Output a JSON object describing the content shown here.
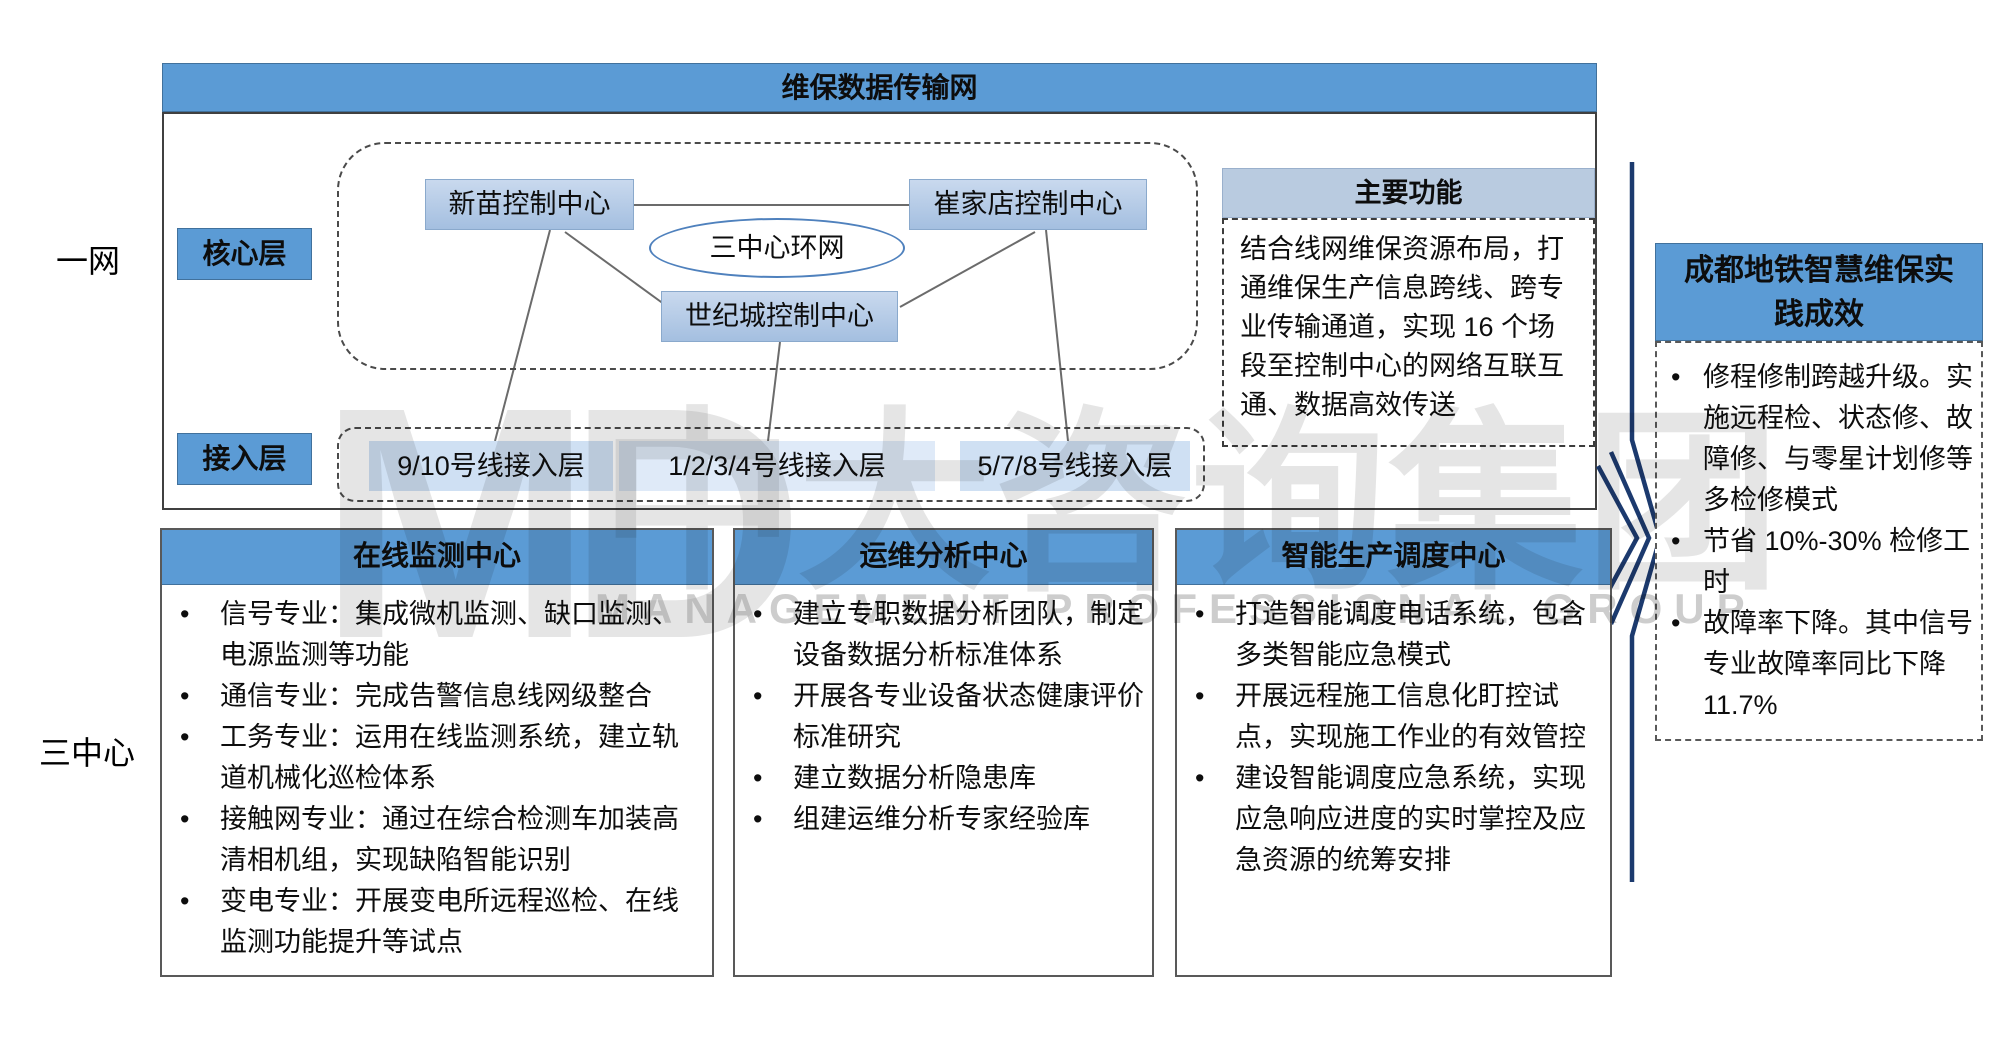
{
  "left_labels": {
    "network": "一网",
    "centers": "三中心"
  },
  "transmission": {
    "title": "维保数据传输网",
    "core_label": "核心层",
    "access_label": "接入层",
    "nodes": {
      "xinmiao": "新苗控制中心",
      "cuijiadian": "崔家店控制中心",
      "shijicheng": "世纪城控制中心",
      "ring": "三中心环网"
    },
    "access_nodes": [
      "9/10号线接入层",
      "1/2/3/4号线接入层",
      "5/7/8号线接入层"
    ],
    "functions": {
      "title": "主要功能",
      "text": "结合线网维保资源布局，打通维保生产信息跨线、跨专业传输通道，实现 16 个场段至控制中心的网络互联互通、数据高效传送"
    }
  },
  "centers": [
    {
      "title": "在线监测中心",
      "bullets": [
        "信号专业：集成微机监测、缺口监测、电源监测等功能",
        "通信专业：完成告警信息线网级整合",
        "工务专业：运用在线监测系统，建立轨道机械化巡检体系",
        "接触网专业：通过在综合检测车加装高清相机组，实现缺陷智能识别",
        "变电专业：开展变电所远程巡检、在线监测功能提升等试点"
      ]
    },
    {
      "title": "运维分析中心",
      "bullets": [
        "建立专职数据分析团队，制定设备数据分析标准体系",
        "开展各专业设备状态健康评价标准研究",
        "建立数据分析隐患库",
        "组建运维分析专家经验库"
      ]
    },
    {
      "title": "智能生产调度中心",
      "bullets": [
        "打造智能调度电话系统，包含多类智能应急模式",
        "开展远程施工信息化盯控试点，实现施工作业的有效管控",
        "建设智能调度应急系统，实现应急响应进度的实时掌控及应急资源的统筹安排"
      ]
    }
  ],
  "results": {
    "title": "成都地铁智慧维保实践成效",
    "bullets": [
      "修程修制跨越升级。实施远程检、状态修、故障修、与零星计划修等多检修模式",
      "节省 10%-30% 检修工时",
      "故障率下降。其中信号专业故障率同比下降11.7%"
    ]
  },
  "watermark": {
    "logo": "MD",
    "cn": "中大咨询集团",
    "en": "MANAGEMENT PROFESSIONAL GROUP"
  },
  "colors": {
    "accent_blue": "#5b9bd5",
    "node_fill": "#aec6e4",
    "access_fill": "#cfe0f3",
    "access_fill_light": "#dfeaf8",
    "func_header_fill": "#b9cbe0",
    "chevron_blue": "#1c3a6e",
    "border_dark": "#404040",
    "connector_gray": "#6b6b6b"
  }
}
